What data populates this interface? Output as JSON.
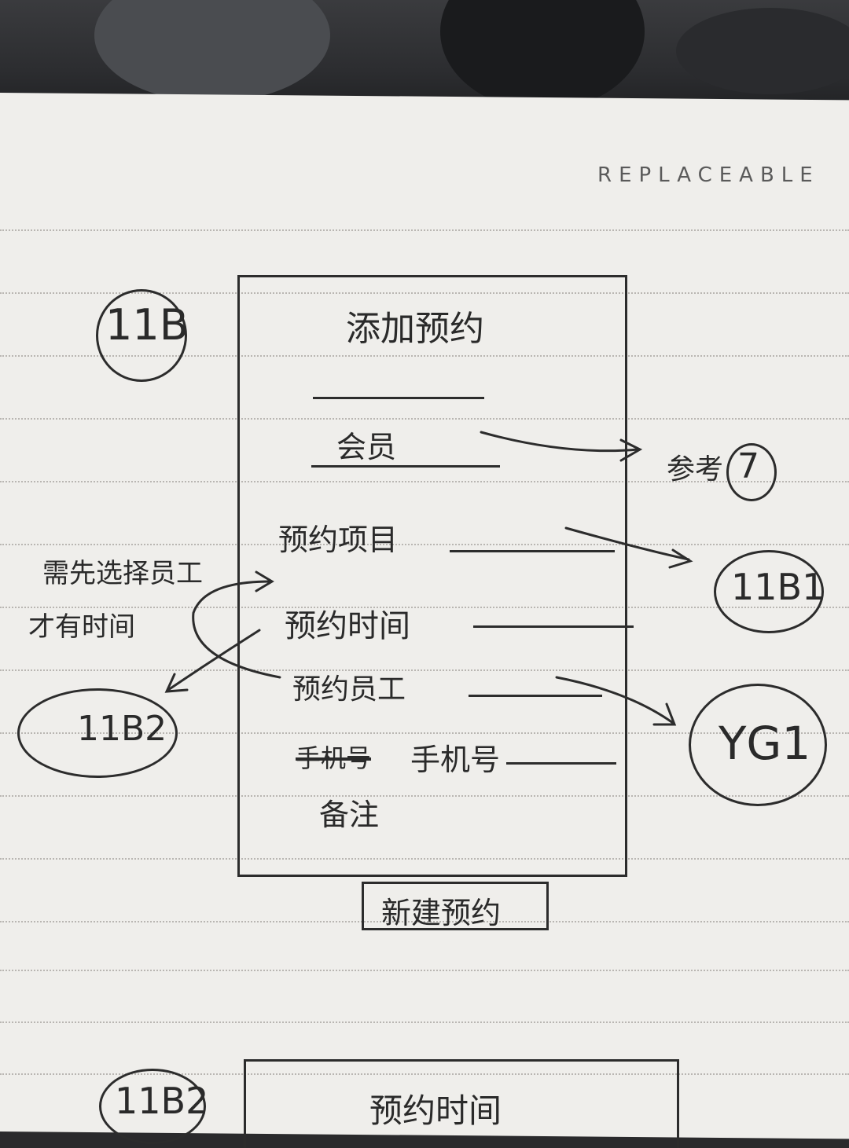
{
  "brand": "REPLACEABLE",
  "screen_11b": {
    "tag": "11B",
    "title": "添加预约",
    "fields": {
      "member": "会员",
      "project": "预约项目",
      "time": "预约时间",
      "staff": "预约员工",
      "phone_struck": "手机号",
      "phone": "手机号",
      "note": "备注"
    },
    "submit_button": "新建预约"
  },
  "annotations": {
    "ref_label": "参考",
    "ref_num": "7",
    "project_target": "11B1",
    "staff_target": "YG1",
    "time_target": "11B2",
    "note_line1": "需先选择员工",
    "note_line2": "才有时间"
  },
  "screen_11b2": {
    "tag": "11B2",
    "title": "预约时间"
  }
}
